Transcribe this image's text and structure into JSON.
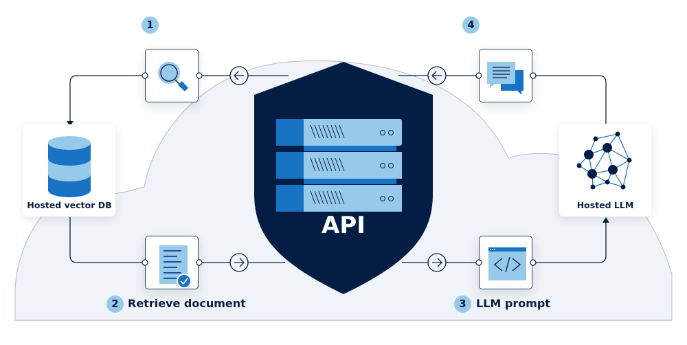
{
  "diagram": {
    "title": "Hosted LLM RAG flow through API",
    "center": {
      "label": "API",
      "icon": "server-rack-icon",
      "shield_icon": "shield-icon"
    },
    "hosts": {
      "vector_db": {
        "label": "Hosted vector DB",
        "icon": "database-icon"
      },
      "llm": {
        "label": "Hosted LLM",
        "icon": "neural-network-icon"
      }
    },
    "steps": [
      {
        "number": "1",
        "label": "",
        "icon": "search-icon"
      },
      {
        "number": "2",
        "label": "Retrieve document",
        "icon": "verified-document-icon"
      },
      {
        "number": "3",
        "label": "LLM prompt",
        "icon": "code-window-icon"
      },
      {
        "number": "4",
        "label": "",
        "icon": "chat-bubbles-icon"
      }
    ],
    "flow": [
      "API -> 1 (search) -> Hosted vector DB",
      "Hosted vector DB -> 2 (Retrieve document) -> API",
      "API -> 3 (LLM prompt) -> Hosted LLM",
      "Hosted LLM -> 4 (response) -> API"
    ],
    "colors": {
      "navy": "#031d45",
      "primary_blue": "#1873c4",
      "light_blue": "#97c9ea",
      "cloud_fill": "#f0f3f7",
      "line": "#0b1f44"
    }
  }
}
